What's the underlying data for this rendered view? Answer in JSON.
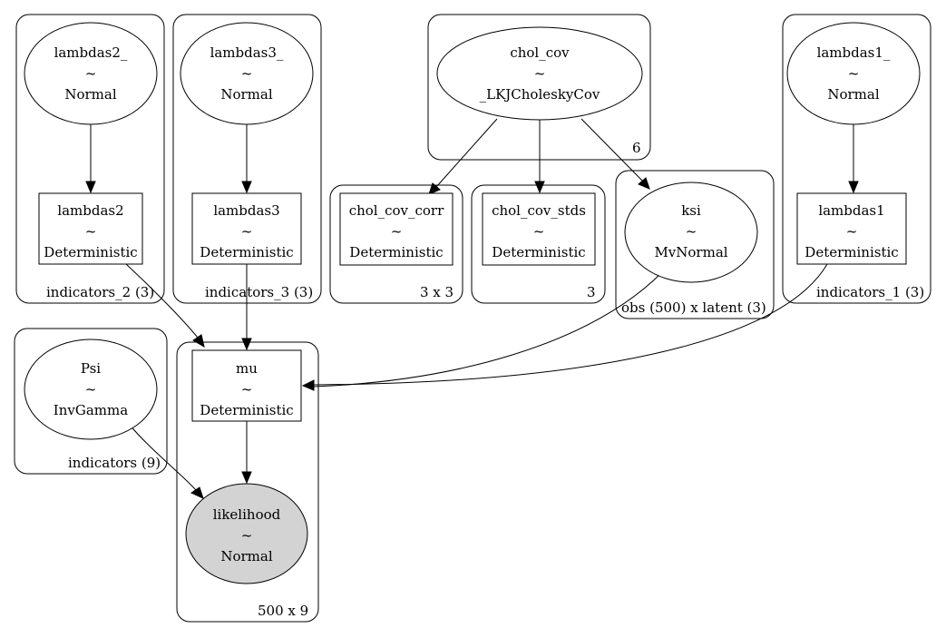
{
  "plates": {
    "indicators_2": "indicators_2 (3)",
    "indicators_3": "indicators_3 (3)",
    "chol_cov_dim": "6",
    "indicators_1": "indicators_1 (3)",
    "corr_dim": "3 x 3",
    "stds_dim": "3",
    "obs_latent": "obs (500) x latent (3)",
    "indicators": "indicators (9)",
    "data_dim": "500 x 9"
  },
  "nodes": {
    "lambdas2_": {
      "name": "lambdas2_",
      "sep": "~",
      "dist": "Normal"
    },
    "lambdas3_": {
      "name": "lambdas3_",
      "sep": "~",
      "dist": "Normal"
    },
    "chol_cov": {
      "name": "chol_cov",
      "sep": "~",
      "dist": "_LKJCholeskyCov"
    },
    "lambdas1_": {
      "name": "lambdas1_",
      "sep": "~",
      "dist": "Normal"
    },
    "lambdas2": {
      "name": "lambdas2",
      "sep": "~",
      "dist": "Deterministic"
    },
    "lambdas3": {
      "name": "lambdas3",
      "sep": "~",
      "dist": "Deterministic"
    },
    "chol_cov_corr": {
      "name": "chol_cov_corr",
      "sep": "~",
      "dist": "Deterministic"
    },
    "chol_cov_stds": {
      "name": "chol_cov_stds",
      "sep": "~",
      "dist": "Deterministic"
    },
    "ksi": {
      "name": "ksi",
      "sep": "~",
      "dist": "MvNormal"
    },
    "lambdas1": {
      "name": "lambdas1",
      "sep": "~",
      "dist": "Deterministic"
    },
    "Psi": {
      "name": "Psi",
      "sep": "~",
      "dist": "InvGamma"
    },
    "mu": {
      "name": "mu",
      "sep": "~",
      "dist": "Deterministic"
    },
    "likelihood": {
      "name": "likelihood",
      "sep": "~",
      "dist": "Normal"
    }
  },
  "edges": [
    {
      "from": "lambdas2_",
      "to": "lambdas2"
    },
    {
      "from": "lambdas3_",
      "to": "lambdas3"
    },
    {
      "from": "lambdas1_",
      "to": "lambdas1"
    },
    {
      "from": "chol_cov",
      "to": "chol_cov_corr"
    },
    {
      "from": "chol_cov",
      "to": "chol_cov_stds"
    },
    {
      "from": "chol_cov",
      "to": "ksi"
    },
    {
      "from": "lambdas2",
      "to": "mu"
    },
    {
      "from": "lambdas3",
      "to": "mu"
    },
    {
      "from": "ksi",
      "to": "mu"
    },
    {
      "from": "lambdas1",
      "to": "mu"
    },
    {
      "from": "mu",
      "to": "likelihood"
    },
    {
      "from": "Psi",
      "to": "likelihood"
    }
  ]
}
